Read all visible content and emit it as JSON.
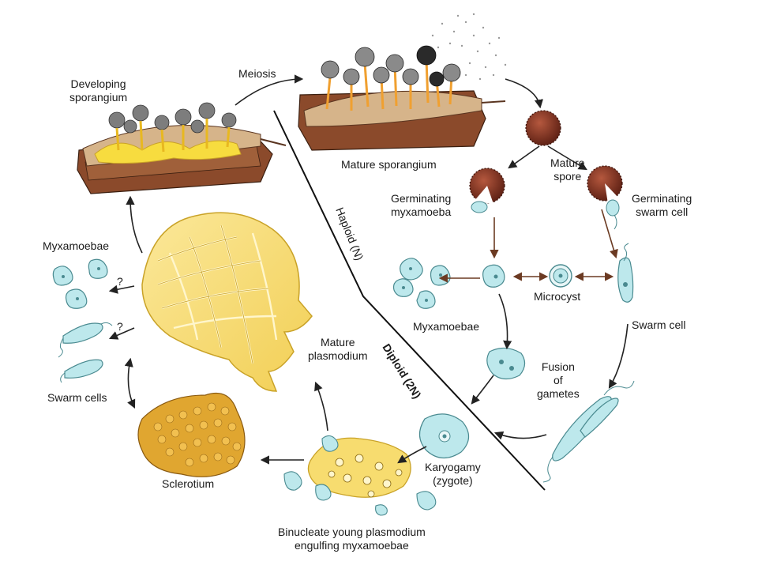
{
  "labels": {
    "developing_sporangium": [
      "Developing",
      "sporangium"
    ],
    "meiosis": "Meiosis",
    "mature_sporangium": "Mature sporangium",
    "mature_spore": [
      "Mature",
      "spore"
    ],
    "germinating_myxamoeba": [
      "Germinating",
      "myxamoeba"
    ],
    "germinating_swarm_cell": [
      "Germinating",
      "swarm cell"
    ],
    "myxamoebae_left": "Myxamoebae",
    "swarm_cells_left": "Swarm cells",
    "question_1": "?",
    "question_2": "?",
    "haploid": "Haploid (N)",
    "diploid": "Diploid (2N)",
    "myxamoebae_center": "Myxamoebae",
    "microcyst": "Microcyst",
    "swarm_cell_right": "Swarm cell",
    "mature_plasmodium": [
      "Mature",
      "plasmodium"
    ],
    "fusion_of_gametes": [
      "Fusion",
      "of",
      "gametes"
    ],
    "karyogamy": [
      "Karyogamy",
      "(zygote)"
    ],
    "sclerotium": "Sclerotium",
    "binucleate": [
      "Binucleate young plasmodium",
      "engulfing myxamoebae"
    ]
  },
  "colors": {
    "plasmodium_yellow": "#f7dc6f",
    "plasmodium_stroke": "#c9a227",
    "sclerotium_orange": "#e0a630",
    "spore_brown": "#7a2e1e",
    "log_brown": "#8b4a2b",
    "stalk_orange": "#f0a030",
    "cell_cyan": "#bde8ec",
    "cell_stroke": "#4a8a90",
    "arrow_dark": "#222222",
    "arrow_brown": "#6b3a22"
  }
}
